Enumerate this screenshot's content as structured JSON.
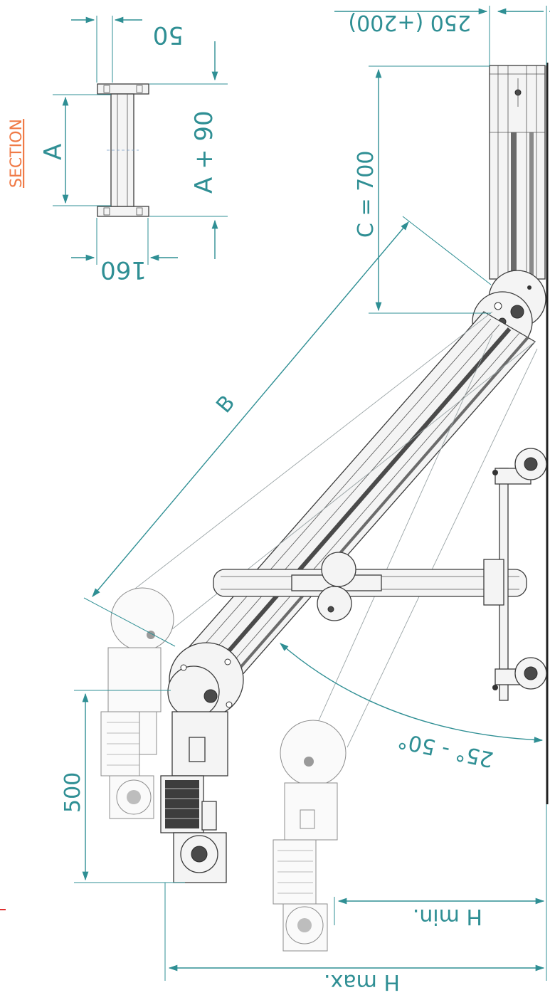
{
  "section_label": "SECTION",
  "dimensions": {
    "A": "A",
    "A_plus_90": "A + 90",
    "w50": "50",
    "w160": "160",
    "w250": "250 (+200)",
    "C": "C = 700",
    "B": "B",
    "angle": "25° - 50°",
    "d500": "500",
    "h_min": "H min.",
    "h_max": "H max."
  },
  "colors": {
    "dimension": "#2f8f94",
    "section": "#f07a46",
    "line": "#3b3b3b"
  }
}
